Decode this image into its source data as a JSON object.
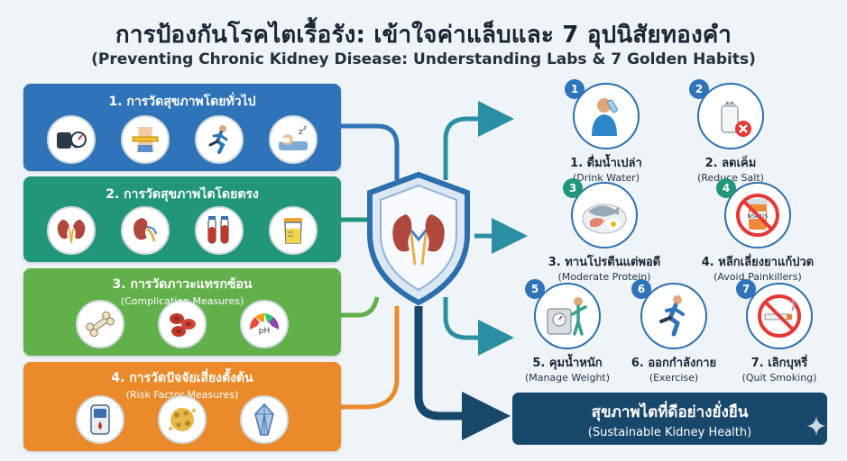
{
  "header": {
    "title": "การป้องกันโรคไตเรื้อรัง: เข้าใจค่าแล็บและ 7 อุปนิสัยทองคำ",
    "subtitle": "(Preventing Chronic Kidney Disease: Understanding Labs & 7 Golden Habits)"
  },
  "sections": [
    {
      "label": "1. การวัดสุขภาพโดยทั่วไป",
      "subtitle": "",
      "color": "#2f73b8",
      "icons": [
        "blood-pressure-monitor-icon",
        "waist-measure-icon",
        "running-icon",
        "sleep-icon"
      ]
    },
    {
      "label": "2. การวัดสุขภาพไตโดยตรง",
      "subtitle": "",
      "color": "#22967b",
      "icons": [
        "kidney-icon",
        "kidney-icon",
        "blood-tubes-icon",
        "urine-cup-icon"
      ]
    },
    {
      "label": "3. การวัดภาวะแทรกซ้อน",
      "subtitle": "(Complication Measures)",
      "color": "#62b04a",
      "icons": [
        "bone-icon",
        "red-blood-cells-icon",
        "ph-gauge-icon"
      ]
    },
    {
      "label": "4. การวัดปัจจัยเสี่ยงตั้งต้น",
      "subtitle": "(Risk Factor Measures)",
      "color": "#ea8a2a",
      "icons": [
        "glucose-meter-icon",
        "cholesterol-icon",
        "crystal-icon"
      ]
    }
  ],
  "center": {
    "icon": "shield-kidney-icon"
  },
  "habits": [
    {
      "number": "1",
      "label": "1. ดื่มน้ำเปล่า",
      "en": "(Drink Water)",
      "icon": "drinking-water-icon",
      "badge": "#2f73b8"
    },
    {
      "number": "2",
      "label": "2. ลดเค็ม",
      "en": "(Reduce Salt)",
      "icon": "salt-shaker-icon",
      "badge": "#2f73b8"
    },
    {
      "number": "3",
      "label": "3. ทานโปรตีนแต่พอดี",
      "en": "(Moderate Protein)",
      "icon": "protein-plate-icon",
      "badge": "#22967b"
    },
    {
      "number": "4",
      "label": "4. หลีกเลี่ยงยาแก้ปวด",
      "en": "(Avoid Painkillers)",
      "icon": "no-nsaids-icon",
      "pill_text": "NSAIDS",
      "badge": "#22967b"
    },
    {
      "number": "5",
      "label": "5. คุมน้ำหนัก",
      "en": "(Manage Weight)",
      "icon": "weight-scale-icon",
      "badge": "#2f73b8"
    },
    {
      "number": "6",
      "label": "6. ออกกำลังกาย",
      "en": "(Exercise)",
      "icon": "jogging-icon",
      "badge": "#2f73b8"
    },
    {
      "number": "7",
      "label": "7. เลิกบุหรี่",
      "en": "(Quit Smoking)",
      "icon": "no-smoking-icon",
      "badge": "#2f73b8"
    }
  ],
  "outcome": {
    "label": "สุขภาพไตที่ดีอย่างยั่งยืน",
    "en": "(Sustainable Kidney Health)"
  },
  "colors": {
    "navy": "#18476c",
    "teal": "#2a8fa3",
    "orange": "#ea8a2a",
    "green": "#62b04a"
  }
}
